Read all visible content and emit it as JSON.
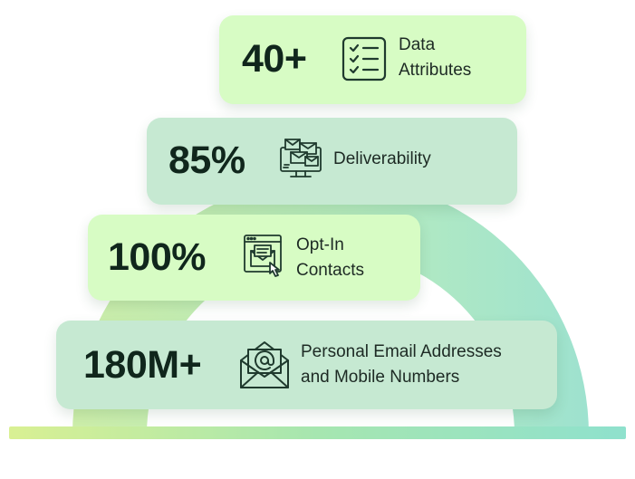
{
  "colors": {
    "card_light": "#d7fcc4",
    "card_mint": "#c6e9d2",
    "arc_start": "#c9eea6",
    "arc_end": "#9fe3cf",
    "text_dark": "#10261c"
  },
  "stats": [
    {
      "value": "40+",
      "label_lines": [
        "Data",
        "Attributes"
      ],
      "icon": "checklist-icon"
    },
    {
      "value": "85%",
      "label_lines": [
        "Deliverability"
      ],
      "icon": "monitor-mail-icon"
    },
    {
      "value": "100%",
      "label_lines": [
        "Opt-In",
        "Contacts"
      ],
      "icon": "opt-in-mail-icon"
    },
    {
      "value": "180M+",
      "label_lines": [
        "Personal Email Addresses",
        "and Mobile Numbers"
      ],
      "icon": "email-envelope-icon"
    }
  ]
}
